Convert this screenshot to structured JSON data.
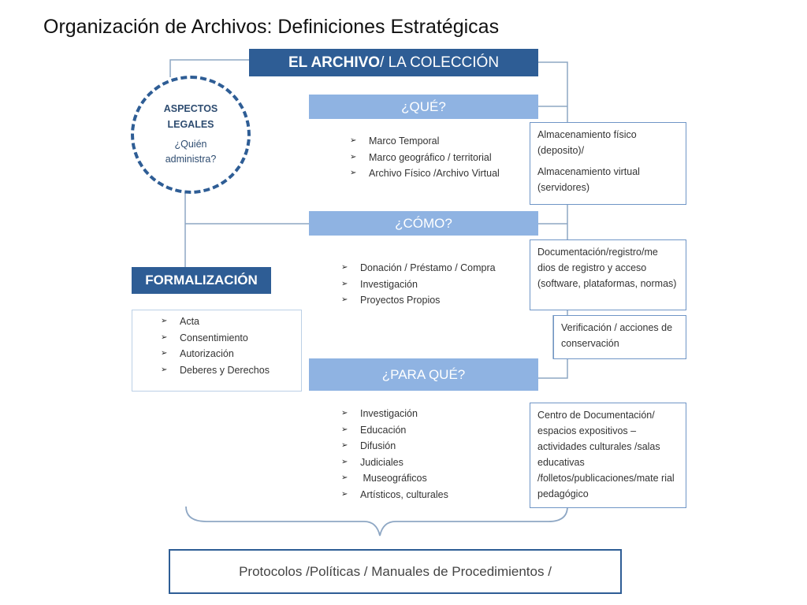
{
  "slide_title": "Organización de Archivos: Definiciones Estratégicas",
  "header": {
    "bold": "EL ARCHIVO",
    "rest": " / LA COLECCIÓN"
  },
  "legal": {
    "line1": "ASPECTOS",
    "line2": "LEGALES",
    "line3": "¿Quién",
    "line4": "administra?"
  },
  "que": {
    "title": "¿QUÉ?",
    "items": [
      "Marco Temporal",
      "Marco geográfico / territorial",
      "Archivo Físico /Archivo Virtual"
    ]
  },
  "storage": {
    "p1": "Almacenamiento físico (deposito)/",
    "p2": "Almacenamiento virtual (servidores)"
  },
  "como": {
    "title": "¿CÓMO?",
    "items": [
      "Donación / Préstamo / Compra",
      "Investigación",
      "Proyectos Propios"
    ]
  },
  "documentation": {
    "text": "Documentación/registro/me dios de registro y acceso (software, plataformas, normas)"
  },
  "verification": {
    "text": "Verificación / acciones de conservación"
  },
  "formalizacion": {
    "title": "FORMALIZACIÓN",
    "items": [
      "Acta",
      "Consentimiento",
      "Autorización",
      "Deberes y Derechos"
    ]
  },
  "para_que": {
    "title": "¿PARA QUÉ?",
    "items": [
      "Investigación",
      "Educación",
      "Difusión",
      "Judiciales",
      " Museográficos",
      "Artísticos, culturales"
    ]
  },
  "center": {
    "text": "Centro de Documentación/ espacios expositivos – actividades culturales /salas educativas /folletos/publicaciones/mate rial pedagógico"
  },
  "footer": {
    "text": "Protocolos /Políticas / Manuales de Procedimientos /"
  },
  "list_bullet": "➢",
  "colors": {
    "dark_blue": "#2e5d95",
    "light_blue": "#8fb3e2",
    "box_border": "#6f95c6"
  }
}
